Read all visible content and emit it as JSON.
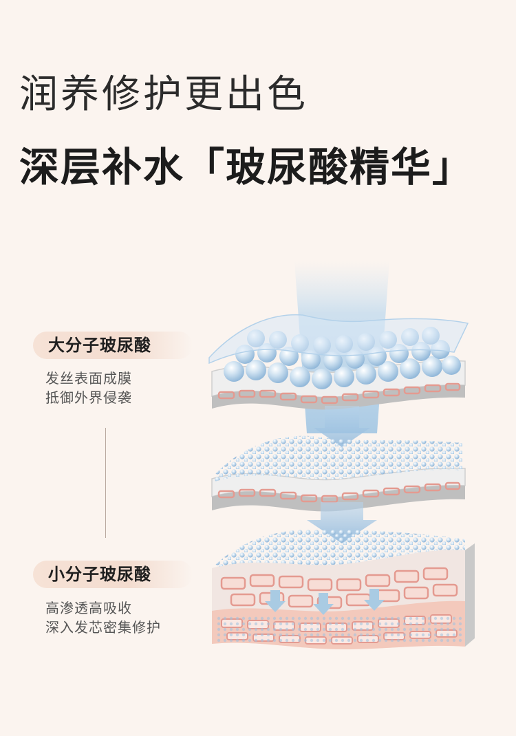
{
  "headline": {
    "line1": "润养修护更出色",
    "line2": "深层补水「玻尿酸精华」"
  },
  "large_molecule": {
    "label": "大分子玻尿酸",
    "desc1": "发丝表面成膜",
    "desc2": "抵御外界侵袭"
  },
  "small_molecule": {
    "label": "小分子玻尿酸",
    "desc1": "高渗透高吸收",
    "desc2": "深入发芯密集修护"
  },
  "colors": {
    "background": "#fbf4ef",
    "molecule_blue": "#a9cbe3",
    "cell_pink": "#e9a59b",
    "layer_gray": "#d3d3d3"
  }
}
